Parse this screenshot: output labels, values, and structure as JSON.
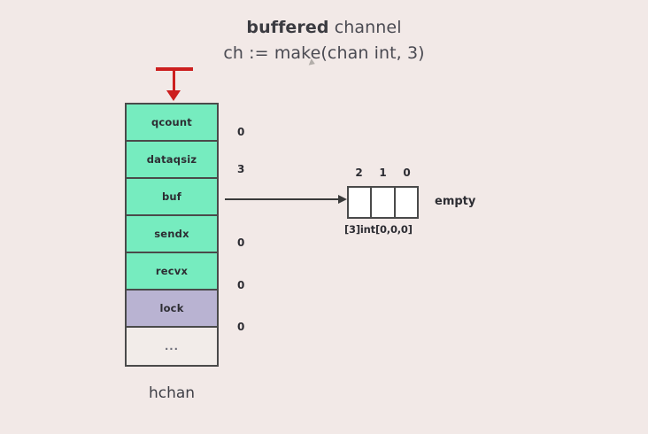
{
  "diagram": {
    "title": {
      "emphasis": "buffered",
      "rest": " channel"
    },
    "code": "ch := make(chan int, 3)",
    "struct": {
      "caption": "hchan",
      "fields": [
        {
          "name": "qcount",
          "value": "0",
          "color": "#76ecbf",
          "style": "green"
        },
        {
          "name": "dataqsiz",
          "value": "3",
          "color": "#76ecbf",
          "style": "green"
        },
        {
          "name": "buf",
          "value": "",
          "color": "#76ecbf",
          "style": "green"
        },
        {
          "name": "sendx",
          "value": "0",
          "color": "#76ecbf",
          "style": "green"
        },
        {
          "name": "recvx",
          "value": "0",
          "color": "#76ecbf",
          "style": "green"
        },
        {
          "name": "lock",
          "value": "0",
          "color": "#b9b3d2",
          "style": "purple"
        },
        {
          "name": "...",
          "value": "",
          "color": "#f2ece9",
          "style": "plain"
        }
      ]
    },
    "buffer": {
      "indices": [
        "2",
        "1",
        "0"
      ],
      "slots": [
        "",
        "",
        ""
      ],
      "caption": "[3]int[0,0,0]",
      "state": "empty"
    },
    "colors": {
      "background": "#f2e9e7",
      "field_green": "#76ecbf",
      "field_purple": "#b9b3d2",
      "border": "#4a4a4a",
      "pointer_red": "#cc1f1f",
      "arrow_dark": "#3a3a3a",
      "text": "#2d2d33"
    }
  }
}
